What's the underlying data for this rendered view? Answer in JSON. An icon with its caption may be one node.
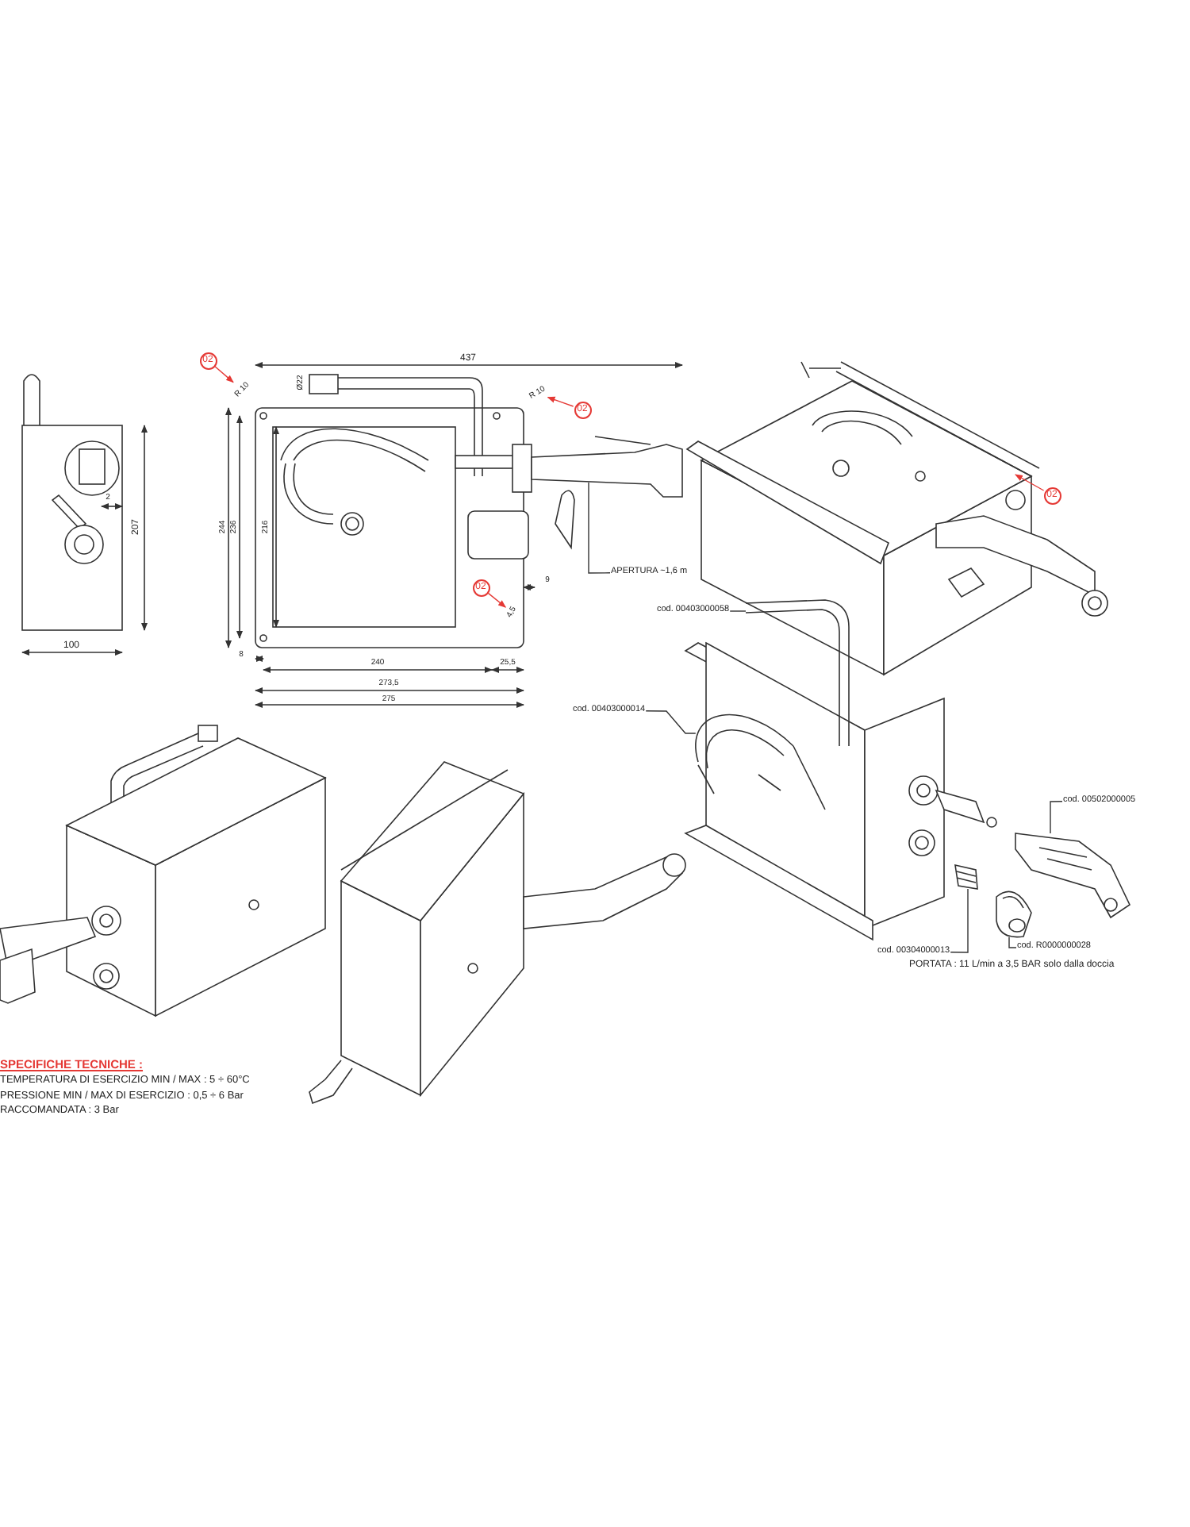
{
  "diagram": {
    "nodes": [
      {
        "text": [
          "02"
        ]
      },
      {
        "text": [
          "02"
        ]
      },
      {
        "text": [
          "02"
        ]
      },
      {
        "text": [
          "02"
        ]
      },
      {
        "text": [
          "APERTURA ~1,6 m"
        ]
      },
      {
        "text": [
          "cod. 00403000058"
        ]
      },
      {
        "text": [
          "cod. 00403000014"
        ]
      },
      {
        "text": [
          "cod. 00502000005"
        ]
      },
      {
        "text": [
          "cod. R0000000028"
        ]
      },
      {
        "text": [
          "cod. 00304000013"
        ]
      },
      {
        "text": [],
        "shape": "picture"
      },
      {
        "text": [],
        "shape": "picture"
      },
      {
        "text": [],
        "shape": "picture"
      },
      {
        "text": [],
        "shape": "picture"
      },
      {
        "text": [],
        "shape": "picture"
      },
      {
        "text": [
          "R 10"
        ]
      },
      {
        "text": [
          "R 10"
        ]
      },
      {
        "text": [
          "4,5"
        ]
      }
    ],
    "edges": [
      {
        "from": 0,
        "to": 15,
        "arrow": "to",
        "color": "#e53935"
      },
      {
        "from": 1,
        "to": 16,
        "arrow": "to",
        "color": "#e53935"
      },
      {
        "from": 2,
        "to": 17,
        "arrow": "to",
        "color": "#e53935"
      },
      {
        "from": 3,
        "to": null,
        "arrow": "to",
        "color": "#e53935"
      },
      {
        "from": 4,
        "to": null,
        "arrow": "none"
      },
      {
        "from": 5,
        "to": 10,
        "arrow": "none"
      },
      {
        "from": 6,
        "to": 11,
        "arrow": "none"
      },
      {
        "from": 7,
        "to": 12,
        "arrow": "none"
      },
      {
        "from": 8,
        "to": 13,
        "arrow": "none"
      },
      {
        "from": 9,
        "to": 14,
        "arrow": "none"
      }
    ],
    "labels": [
      "437",
      "Ø22",
      "2",
      "207",
      "244",
      "236",
      "216",
      "9",
      "100",
      "8",
      "240",
      "25,5",
      "273,5",
      "275",
      "PORTATA : 11 L/min a 3,5 BAR solo dalla doccia",
      "SPECIFICHE TECNICHE :",
      "TEMPERATURA DI ESERCIZIO MIN / MAX : 5 ÷ 60°C",
      "PRESSIONE MIN / MAX DI ESERCIZIO : 0,5 ÷ 6 Bar",
      "RACCOMANDATA : 3 Bar"
    ]
  }
}
